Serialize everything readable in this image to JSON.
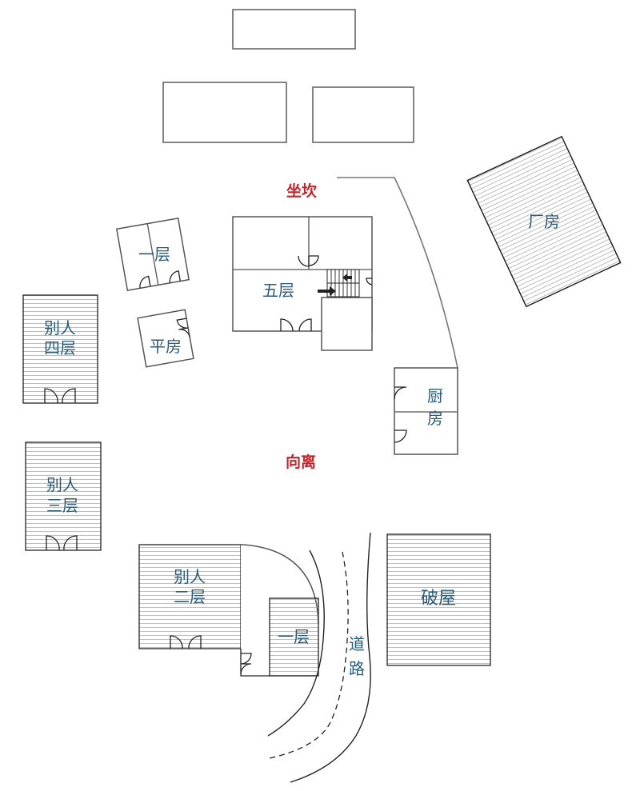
{
  "directions": {
    "north": "坐坎",
    "south": "向离"
  },
  "buildings": {
    "factory": "厂房",
    "single_storey_left": "一层",
    "flat_house": "平房",
    "five_storey": "五层",
    "kitchen_line1": "厨",
    "kitchen_line2": "房",
    "others_four_line1": "别人",
    "others_four_line2": "四层",
    "others_three_line1": "别人",
    "others_three_line2": "三层",
    "others_two_line1": "别人",
    "others_two_line2": "二层",
    "single_storey_bottom": "一层",
    "ruined_house": "破屋"
  },
  "road": {
    "line1": "道",
    "line2": "路"
  },
  "colors": {
    "label": "#2a5d7c",
    "direction": "#c0272d",
    "outline": "#555555"
  }
}
